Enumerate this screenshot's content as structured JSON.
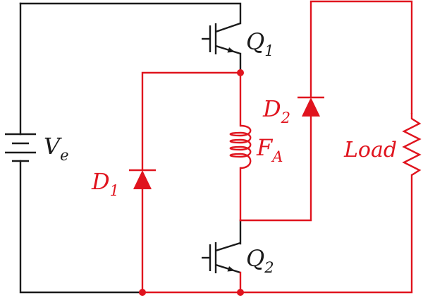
{
  "colors": {
    "black_wire": "#1a1a1a",
    "red_wire": "#e0141e"
  },
  "labels": {
    "q1": {
      "main": "Q",
      "sub": "1"
    },
    "q2": {
      "main": "Q",
      "sub": "2"
    },
    "ve": {
      "main": "V",
      "sub": "e"
    },
    "fa": {
      "main": "F",
      "sub": "A"
    },
    "d1": {
      "main": "D",
      "sub": "1"
    },
    "d2": {
      "main": "D",
      "sub": "2"
    },
    "load": "Load"
  },
  "components": {
    "source": "battery-icon",
    "q1": "igbt-icon",
    "q2": "igbt-icon",
    "d1": "diode-icon",
    "d2": "diode-icon",
    "fa": "inductor-icon",
    "load": "resistor-icon"
  }
}
